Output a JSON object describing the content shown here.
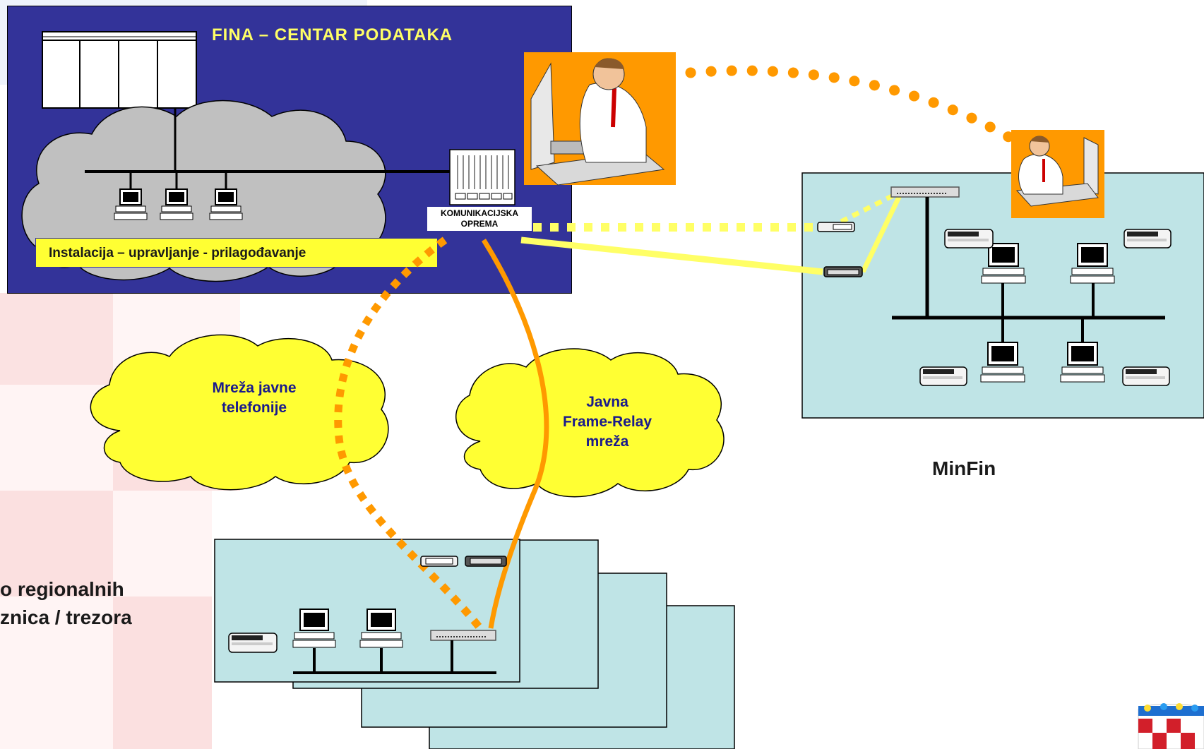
{
  "data_center": {
    "title": "FINA – CENTAR PODATAKA",
    "install_label": "Instalacija – upravljanje - prilagođavanje",
    "comm_label_line1": "KOMUNIKACIJSKA",
    "comm_label_line2": "OPREMA"
  },
  "clouds": {
    "phone_line1": "Mreža javne",
    "phone_line2": "telefonije",
    "frame_line1": "Javna",
    "frame_line2": "Frame-Relay",
    "frame_line3": "mreža"
  },
  "sites": {
    "minfin": "MinFin",
    "regional_line1": "o regionalnih",
    "regional_line2": "znica / trezora"
  },
  "colors": {
    "dc_blue": "#333399",
    "title_yellow": "#ffff66",
    "cloud_yellow": "#ffff33",
    "orange_link": "#ff9900",
    "yellow_link": "#ffff66",
    "site_bg": "#bfe4e6"
  }
}
